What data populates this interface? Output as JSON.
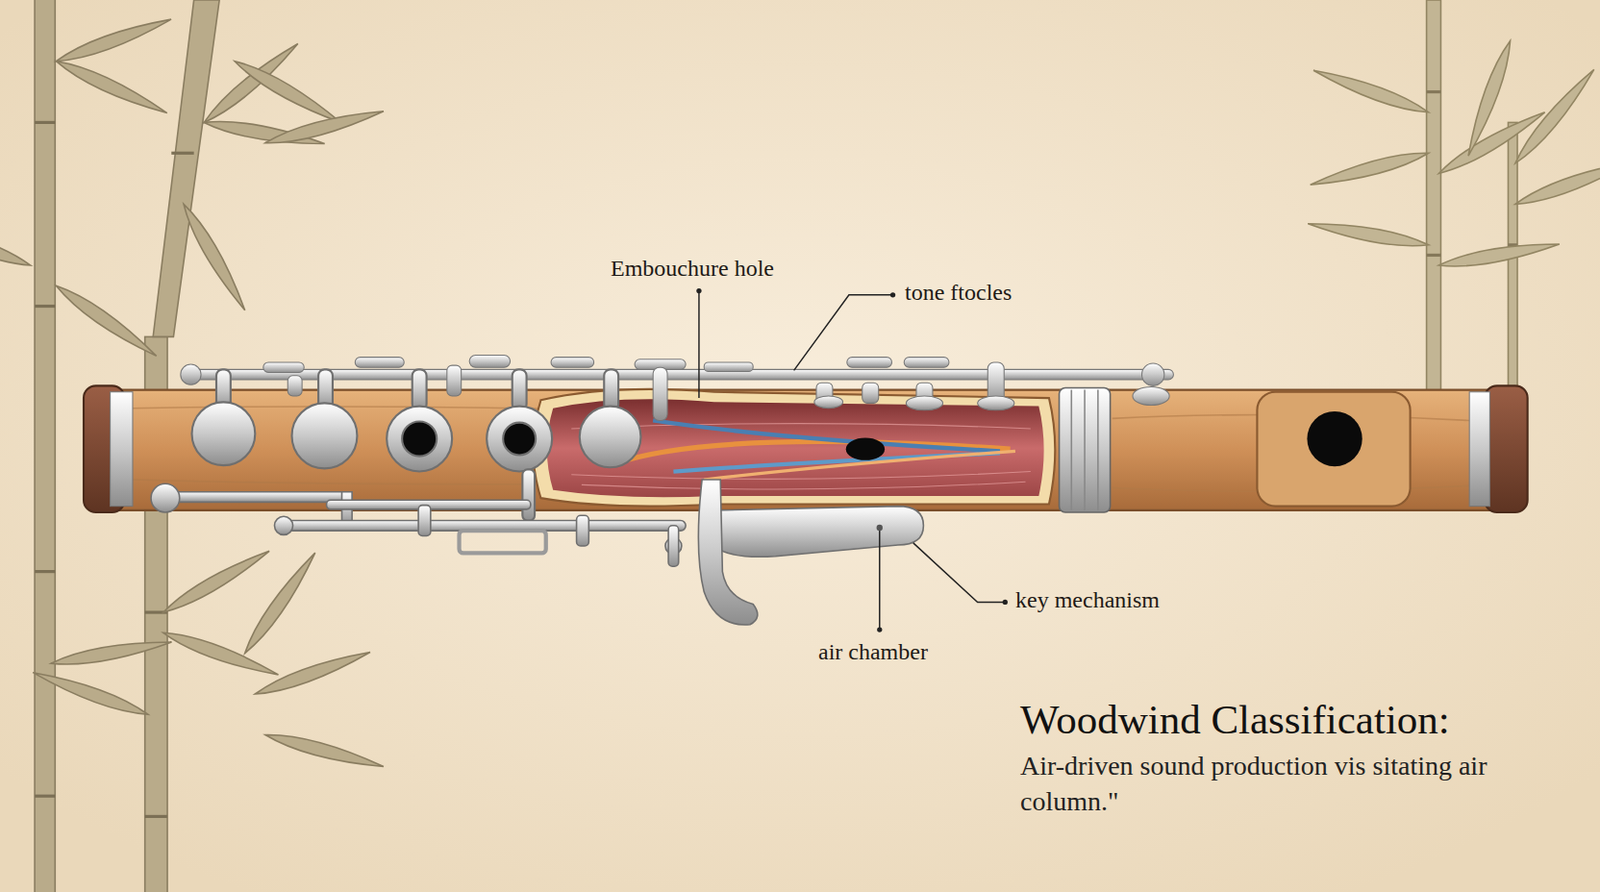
{
  "diagram": {
    "title": "Woodwind Classification:",
    "caption": "Air-driven sound production vis sitating air column.\"",
    "labels": [
      "Embouchure hole",
      "tone ftocles",
      "key mechanism",
      "air chamber"
    ]
  }
}
